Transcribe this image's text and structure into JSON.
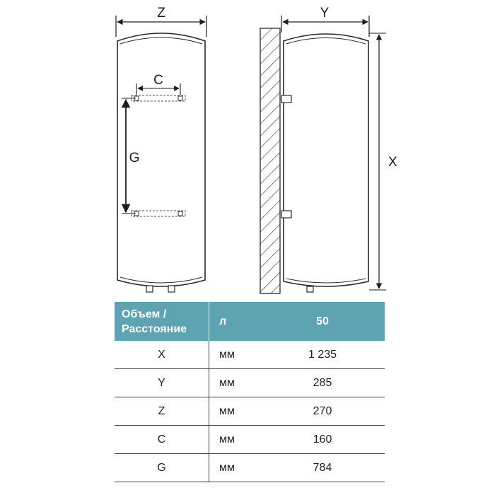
{
  "diagram": {
    "labels": {
      "z": "Z",
      "y": "Y",
      "x": "X",
      "c": "C",
      "g": "G"
    }
  },
  "table": {
    "header": {
      "param": "Объем / Расстояние",
      "unit": "л",
      "value": "50"
    },
    "rows": [
      {
        "param": "X",
        "unit": "мм",
        "value": "1 235"
      },
      {
        "param": "Y",
        "unit": "мм",
        "value": "285"
      },
      {
        "param": "Z",
        "unit": "мм",
        "value": "270"
      },
      {
        "param": "C",
        "unit": "мм",
        "value": "160"
      },
      {
        "param": "G",
        "unit": "мм",
        "value": "784"
      }
    ],
    "header_color": "#5ea3b1"
  }
}
